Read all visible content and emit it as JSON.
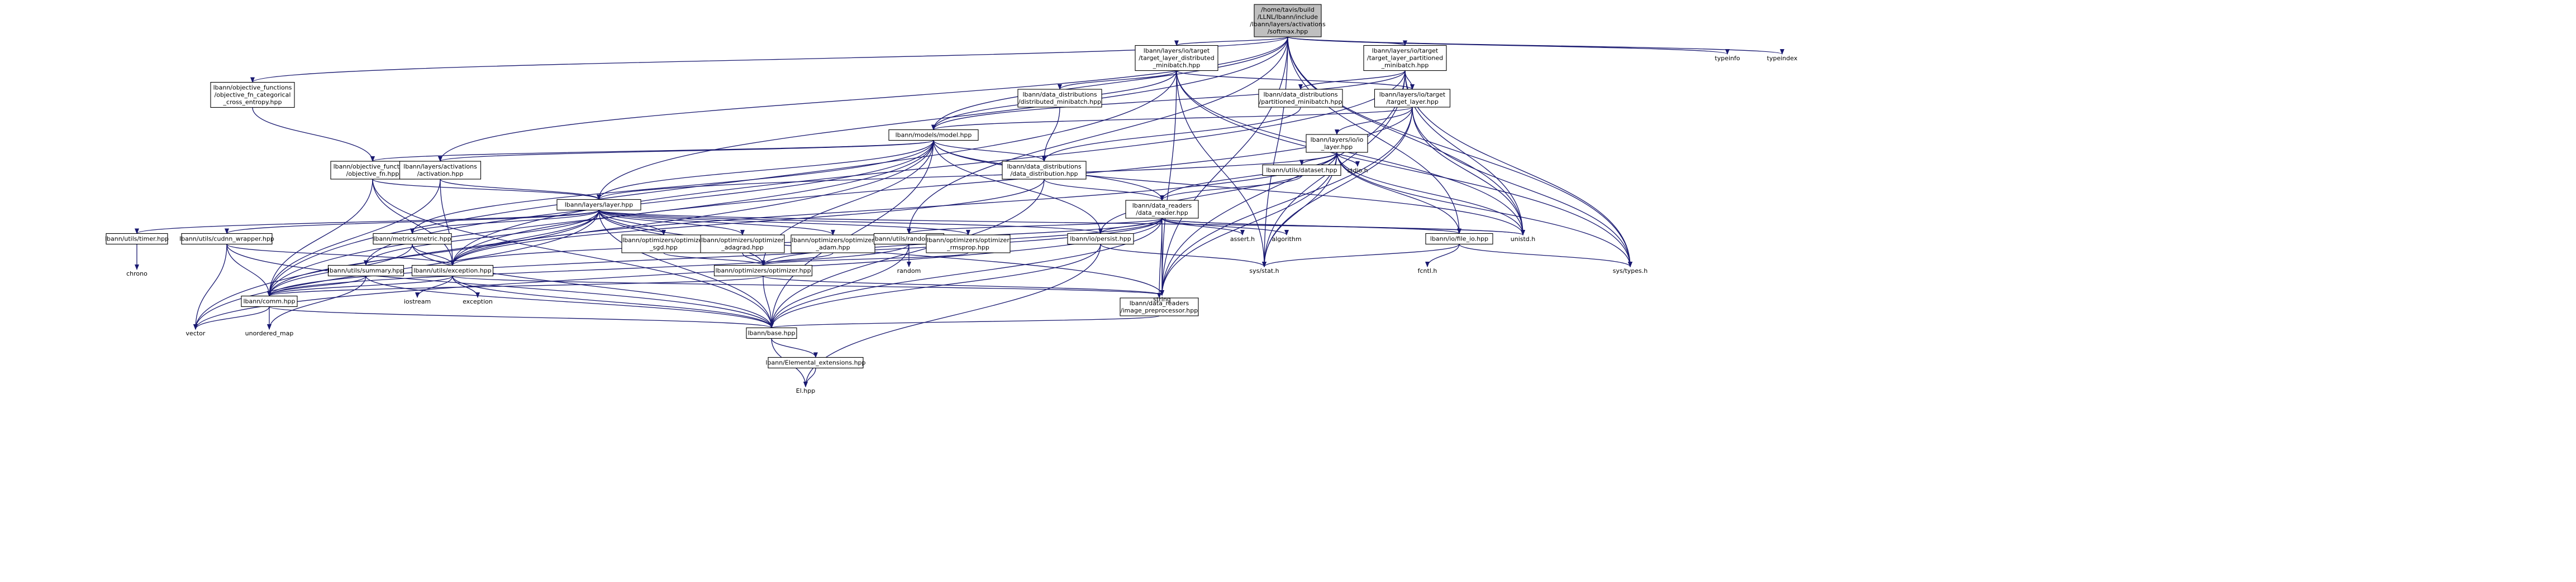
{
  "graph": {
    "root": "softmax",
    "nodes": [
      {
        "id": "softmax",
        "lines": [
          "/home/tavis/build",
          "/LLNL/lbann/include",
          "/lbann/layers/activations",
          "/softmax.hpp"
        ],
        "root": true
      },
      {
        "id": "tlp",
        "lines": [
          "lbann/layers/io/target",
          "/target_layer_partitioned",
          "_minibatch.hpp"
        ]
      },
      {
        "id": "tld",
        "lines": [
          "lbann/layers/io/target",
          "/target_layer_distributed",
          "_minibatch.hpp"
        ]
      },
      {
        "id": "obj_cce",
        "lines": [
          "lbann/objective_functions",
          "/objective_fn_categorical",
          "_cross_entropy.hpp"
        ]
      },
      {
        "id": "dd_pm",
        "lines": [
          "lbann/data_distributions",
          "/partitioned_minibatch.hpp"
        ]
      },
      {
        "id": "dd_dm",
        "lines": [
          "lbann/data_distributions",
          "/distributed_minibatch.hpp"
        ]
      },
      {
        "id": "tl",
        "lines": [
          "lbann/layers/io/target",
          "/target_layer.hpp"
        ]
      },
      {
        "id": "model",
        "lines": [
          "lbann/models/model.hpp"
        ]
      },
      {
        "id": "io_layer",
        "lines": [
          "lbann/layers/io/io",
          "_layer.hpp"
        ]
      },
      {
        "id": "obj_fn",
        "lines": [
          "lbann/objective_functions",
          "/objective_fn.hpp"
        ]
      },
      {
        "id": "act",
        "lines": [
          "lbann/layers/activations",
          "/activation.hpp"
        ]
      },
      {
        "id": "dd",
        "lines": [
          "lbann/data_distributions",
          "/data_distribution.hpp"
        ]
      },
      {
        "id": "dataset",
        "lines": [
          "lbann/utils/dataset.hpp"
        ]
      },
      {
        "id": "reader",
        "lines": [
          "lbann/data_readers",
          "/data_reader.hpp"
        ]
      },
      {
        "id": "layer",
        "lines": [
          "lbann/layers/layer.hpp"
        ]
      },
      {
        "id": "timer",
        "lines": [
          "lbann/utils/timer.hpp"
        ]
      },
      {
        "id": "cudnn",
        "lines": [
          "lbann/utils/cudnn_wrapper.hpp"
        ]
      },
      {
        "id": "metric",
        "lines": [
          "lbann/metrics/metric.hpp"
        ]
      },
      {
        "id": "sgd",
        "lines": [
          "lbann/optimizers/optimizer",
          "_sgd.hpp"
        ]
      },
      {
        "id": "adagrad",
        "lines": [
          "lbann/optimizers/optimizer",
          "_adagrad.hpp"
        ]
      },
      {
        "id": "adam",
        "lines": [
          "lbann/optimizers/optimizer",
          "_adam.hpp"
        ]
      },
      {
        "id": "random",
        "lines": [
          "lbann/utils/random.hpp"
        ]
      },
      {
        "id": "rmsprop",
        "lines": [
          "lbann/optimizers/optimizer",
          "_rmsprop.hpp"
        ]
      },
      {
        "id": "persist",
        "lines": [
          "lbann/io/persist.hpp"
        ]
      },
      {
        "id": "file_io",
        "lines": [
          "lbann/io/file_io.hpp"
        ]
      },
      {
        "id": "summary",
        "lines": [
          "lbann/utils/summary.hpp"
        ]
      },
      {
        "id": "exception",
        "lines": [
          "lbann/utils/exception.hpp"
        ]
      },
      {
        "id": "optimizer",
        "lines": [
          "lbann/optimizers/optimizer.hpp"
        ]
      },
      {
        "id": "comm",
        "lines": [
          "lbann/comm.hpp"
        ]
      },
      {
        "id": "img_pre",
        "lines": [
          "lbann/data_readers",
          "/image_preprocessor.hpp"
        ]
      },
      {
        "id": "base",
        "lines": [
          "lbann/base.hpp"
        ]
      },
      {
        "id": "elemental",
        "lines": [
          "lbann/Elemental_extensions.hpp"
        ]
      }
    ],
    "externals": [
      {
        "id": "typeinfo",
        "label": "typeinfo"
      },
      {
        "id": "typeindex",
        "label": "typeindex"
      },
      {
        "id": "unistd",
        "label": "unistd.h"
      },
      {
        "id": "systypes",
        "label": "sys/types.h"
      },
      {
        "id": "sysstat",
        "label": "sys/stat.h"
      },
      {
        "id": "string",
        "label": "string"
      },
      {
        "id": "stdio",
        "label": "stdio.h"
      },
      {
        "id": "assert",
        "label": "assert.h"
      },
      {
        "id": "algorithm",
        "label": "algorithm"
      },
      {
        "id": "fcntl",
        "label": "fcntl.h"
      },
      {
        "id": "chrono",
        "label": "chrono"
      },
      {
        "id": "random_std",
        "label": "random"
      },
      {
        "id": "iostream",
        "label": "iostream"
      },
      {
        "id": "exception_std",
        "label": "exception"
      },
      {
        "id": "vector",
        "label": "vector"
      },
      {
        "id": "unordered_map",
        "label": "unordered_map"
      },
      {
        "id": "el",
        "label": "El.hpp"
      }
    ],
    "edges": [
      [
        "softmax",
        "tlp"
      ],
      [
        "softmax",
        "tld"
      ],
      [
        "softmax",
        "obj_cce"
      ],
      [
        "softmax",
        "model"
      ],
      [
        "softmax",
        "act"
      ],
      [
        "softmax",
        "layer"
      ],
      [
        "softmax",
        "random"
      ],
      [
        "softmax",
        "file_io"
      ],
      [
        "softmax",
        "typeinfo"
      ],
      [
        "softmax",
        "typeindex"
      ],
      [
        "softmax",
        "unistd"
      ],
      [
        "softmax",
        "systypes"
      ],
      [
        "softmax",
        "sysstat"
      ],
      [
        "softmax",
        "string"
      ],
      [
        "tlp",
        "dd_pm"
      ],
      [
        "tlp",
        "tl"
      ],
      [
        "tlp",
        "model"
      ],
      [
        "tlp",
        "unistd"
      ],
      [
        "tlp",
        "systypes"
      ],
      [
        "tlp",
        "string"
      ],
      [
        "tlp",
        "sysstat"
      ],
      [
        "tlp",
        "exception"
      ],
      [
        "tld",
        "dd_dm"
      ],
      [
        "tld",
        "tl"
      ],
      [
        "tld",
        "model"
      ],
      [
        "tld",
        "unistd"
      ],
      [
        "tld",
        "systypes"
      ],
      [
        "tld",
        "string"
      ],
      [
        "tld",
        "comm"
      ],
      [
        "tld",
        "sysstat"
      ],
      [
        "obj_cce",
        "obj_fn"
      ],
      [
        "dd_pm",
        "dd"
      ],
      [
        "dd_dm",
        "dd"
      ],
      [
        "tl",
        "io_layer"
      ],
      [
        "tl",
        "model"
      ],
      [
        "tl",
        "unistd"
      ],
      [
        "tl",
        "systypes"
      ],
      [
        "tl",
        "string"
      ],
      [
        "tl",
        "sysstat"
      ],
      [
        "tl",
        "exception"
      ],
      [
        "model",
        "obj_fn"
      ],
      [
        "model",
        "act"
      ],
      [
        "model",
        "dd"
      ],
      [
        "model",
        "layer"
      ],
      [
        "model",
        "metric"
      ],
      [
        "model",
        "reader"
      ],
      [
        "model",
        "persist"
      ],
      [
        "model",
        "summary"
      ],
      [
        "model",
        "optimizer"
      ],
      [
        "model",
        "base"
      ],
      [
        "model",
        "comm"
      ],
      [
        "model",
        "vector"
      ],
      [
        "model",
        "unistd"
      ],
      [
        "io_layer",
        "dataset"
      ],
      [
        "io_layer",
        "reader"
      ],
      [
        "io_layer",
        "persist"
      ],
      [
        "io_layer",
        "file_io"
      ],
      [
        "io_layer",
        "stdio"
      ],
      [
        "io_layer",
        "unistd"
      ],
      [
        "io_layer",
        "systypes"
      ],
      [
        "io_layer",
        "sysstat"
      ],
      [
        "io_layer",
        "string"
      ],
      [
        "io_layer",
        "layer"
      ],
      [
        "io_layer",
        "exception"
      ],
      [
        "obj_fn",
        "layer"
      ],
      [
        "obj_fn",
        "comm"
      ],
      [
        "obj_fn",
        "base"
      ],
      [
        "obj_fn",
        "exception"
      ],
      [
        "act",
        "layer"
      ],
      [
        "act",
        "exception"
      ],
      [
        "act",
        "comm"
      ],
      [
        "dd",
        "reader"
      ],
      [
        "dd",
        "base"
      ],
      [
        "dd",
        "exception"
      ],
      [
        "dataset",
        "reader"
      ],
      [
        "reader",
        "persist"
      ],
      [
        "reader",
        "file_io"
      ],
      [
        "reader",
        "random"
      ],
      [
        "reader",
        "img_pre"
      ],
      [
        "reader",
        "assert"
      ],
      [
        "reader",
        "algorithm"
      ],
      [
        "reader",
        "unistd"
      ],
      [
        "reader",
        "string"
      ],
      [
        "reader",
        "exception"
      ],
      [
        "reader",
        "comm"
      ],
      [
        "reader",
        "base"
      ],
      [
        "reader",
        "vector"
      ],
      [
        "reader",
        "optimizer"
      ],
      [
        "layer",
        "timer"
      ],
      [
        "layer",
        "cudnn"
      ],
      [
        "layer",
        "metric"
      ],
      [
        "layer",
        "sgd"
      ],
      [
        "layer",
        "adagrad"
      ],
      [
        "layer",
        "adam"
      ],
      [
        "layer",
        "rmsprop"
      ],
      [
        "layer",
        "persist"
      ],
      [
        "layer",
        "summary"
      ],
      [
        "layer",
        "exception"
      ],
      [
        "layer",
        "optimizer"
      ],
      [
        "layer",
        "comm"
      ],
      [
        "layer",
        "base"
      ],
      [
        "layer",
        "vector"
      ],
      [
        "layer",
        "string"
      ],
      [
        "layer",
        "unistd"
      ],
      [
        "timer",
        "chrono"
      ],
      [
        "cudnn",
        "comm"
      ],
      [
        "cudnn",
        "base"
      ],
      [
        "cudnn",
        "exception"
      ],
      [
        "cudnn",
        "vector"
      ],
      [
        "metric",
        "comm"
      ],
      [
        "metric",
        "base"
      ],
      [
        "metric",
        "exception"
      ],
      [
        "sgd",
        "optimizer"
      ],
      [
        "adagrad",
        "optimizer"
      ],
      [
        "adam",
        "optimizer"
      ],
      [
        "rmsprop",
        "optimizer"
      ],
      [
        "random",
        "random_std"
      ],
      [
        "random",
        "base"
      ],
      [
        "random",
        "comm"
      ],
      [
        "persist",
        "base"
      ],
      [
        "persist",
        "sysstat"
      ],
      [
        "persist",
        "el"
      ],
      [
        "file_io",
        "sysstat"
      ],
      [
        "file_io",
        "fcntl"
      ],
      [
        "file_io",
        "systypes"
      ],
      [
        "summary",
        "comm"
      ],
      [
        "summary",
        "base"
      ],
      [
        "summary",
        "unordered_map"
      ],
      [
        "exception",
        "iostream"
      ],
      [
        "exception",
        "exception_std"
      ],
      [
        "exception",
        "comm"
      ],
      [
        "exception",
        "base"
      ],
      [
        "exception",
        "string"
      ],
      [
        "optimizer",
        "comm"
      ],
      [
        "optimizer",
        "base"
      ],
      [
        "optimizer",
        "string"
      ],
      [
        "comm",
        "base"
      ],
      [
        "comm",
        "vector"
      ],
      [
        "comm",
        "unordered_map"
      ],
      [
        "img_pre",
        "base"
      ],
      [
        "base",
        "elemental"
      ],
      [
        "base",
        "el"
      ],
      [
        "elemental",
        "el"
      ]
    ]
  }
}
